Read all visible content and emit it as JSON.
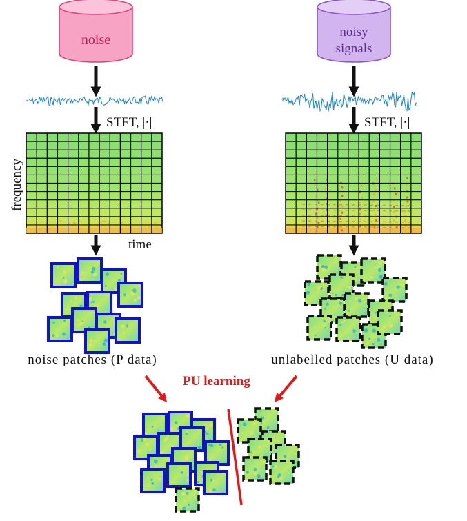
{
  "sources": {
    "noise_label": "noise",
    "noisy_line1": "noisy",
    "noisy_line2": "signals"
  },
  "transform_label": "STFT, |·|",
  "axes": {
    "frequency": "frequency",
    "time": "time"
  },
  "patch_groups": {
    "positive_caption": "noise patches (P data)",
    "unlabelled_caption": "unlabelled patches (U data)"
  },
  "method_label": "PU learning",
  "colors": {
    "noise_db_fill": "#f7a3c4",
    "noise_db_stroke": "#d6457f",
    "noise_text": "#c0185a",
    "noisy_db_fill": "#d2b4ef",
    "noisy_db_stroke": "#8a55c2",
    "noisy_text": "#5b2c8e",
    "waveform": "#2a8ac4",
    "spectrogram_bg": "#8fe07a",
    "positive_border": "#1212c8",
    "unlabelled_border": "#111111",
    "accent_red": "#e01919",
    "arrow": "#111111"
  }
}
